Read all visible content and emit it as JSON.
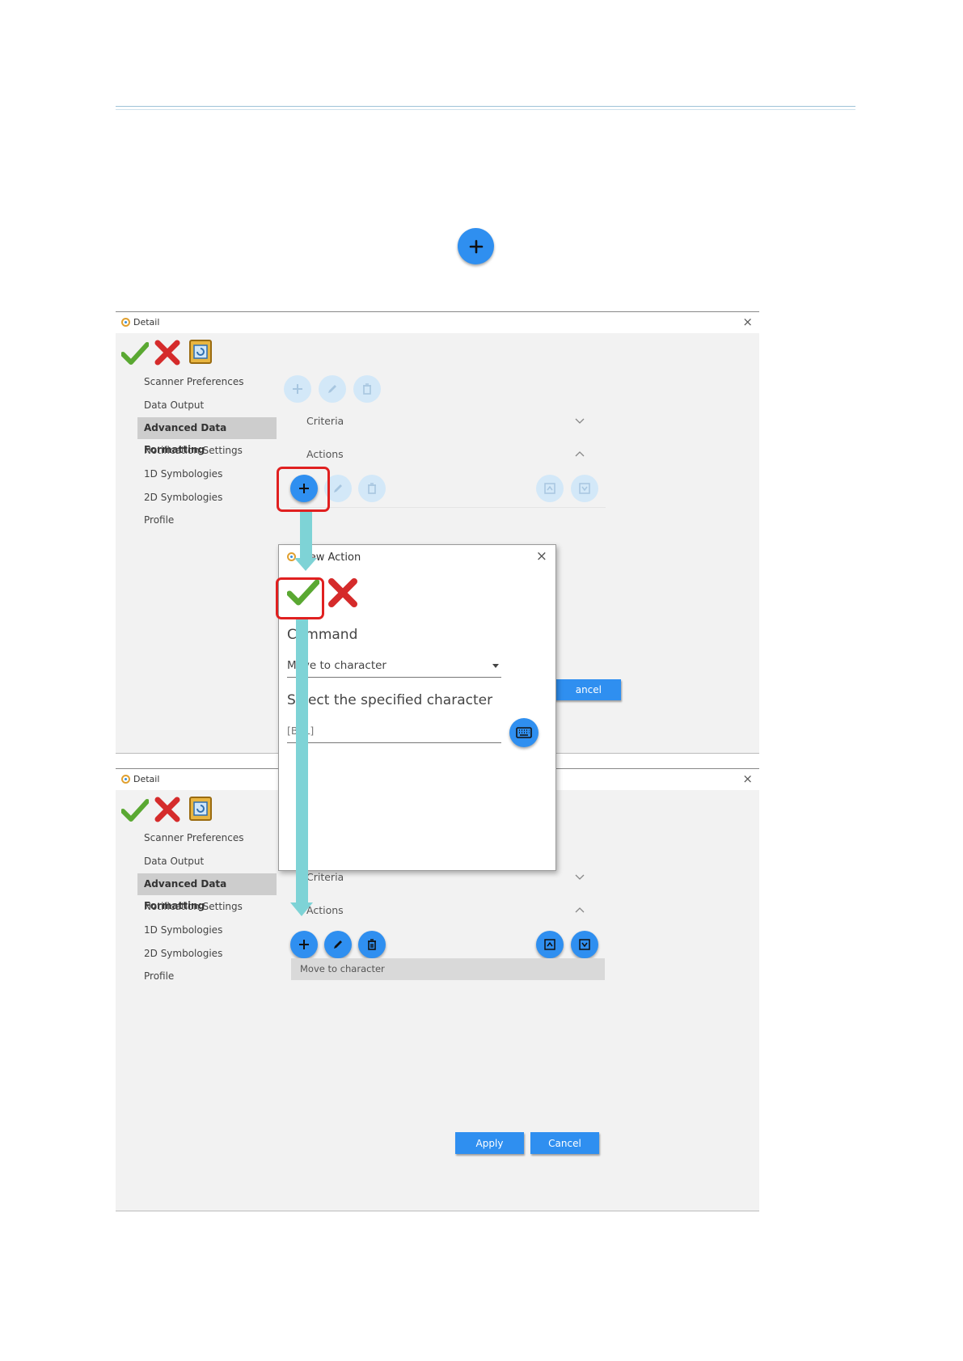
{
  "page": {
    "top_plus_icon": "plus-icon"
  },
  "detail_window": {
    "title": "Detail",
    "close_glyph": "×",
    "toolbar_icons": [
      "check-icon",
      "close-red-icon",
      "reload-icon"
    ],
    "nav_items": [
      "Scanner Preferences",
      "Data Output",
      "Advanced Data Formatting",
      "Notification Settings",
      "1D Symbologies",
      "2D Symbologies",
      "Profile"
    ],
    "active_nav_index": 2,
    "criteria_label": "Criteria",
    "actions_label": "Actions",
    "cancel_fragment": "ancel"
  },
  "new_action_dialog": {
    "title": "New Action",
    "close_glyph": "×",
    "command_label": "Command",
    "command_value": "Move to character",
    "select_label": "Select the specified character",
    "character_value": "[BEL]",
    "keyboard_icon": "keyboard-icon"
  },
  "detail_window_after": {
    "title": "Detail",
    "close_glyph": "×",
    "nav_items": [
      "Scanner Preferences",
      "Data Output",
      "Advanced Data Formatting",
      "Notification Settings",
      "1D Symbologies",
      "2D Symbologies",
      "Profile"
    ],
    "criteria_label": "Criteria",
    "actions_label": "Actions",
    "action_rows": [
      "Move to character"
    ],
    "apply_label": "Apply",
    "cancel_label": "Cancel"
  },
  "colors": {
    "accent_blue": "#2f8ff0",
    "highlight_red": "#e02020",
    "arrow_teal": "#7ed3d6",
    "check_green": "#5aa832"
  }
}
